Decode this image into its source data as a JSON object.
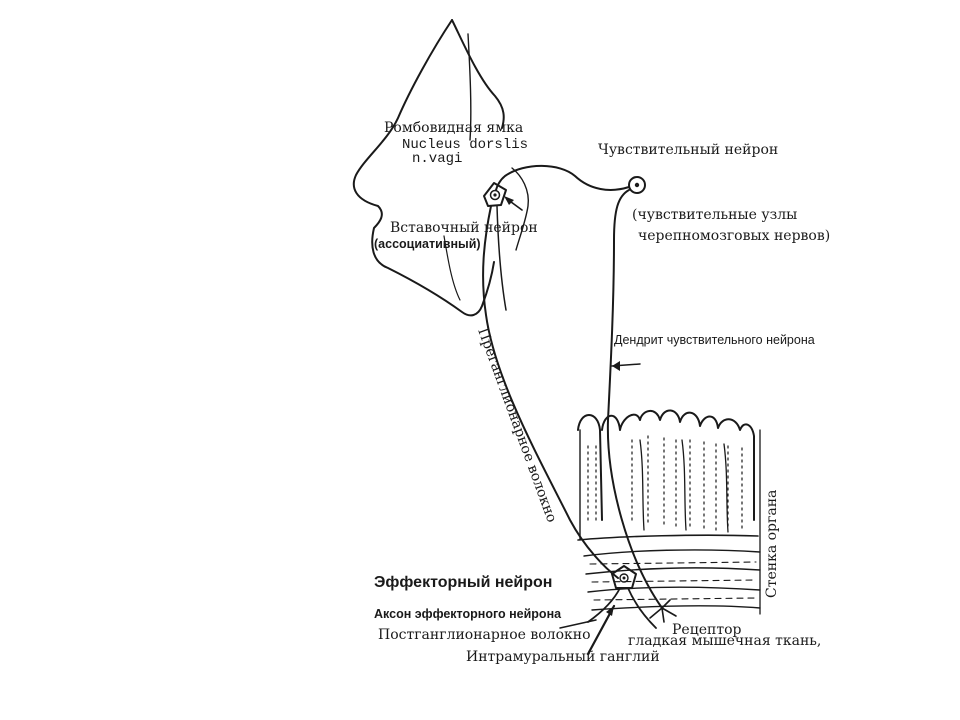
{
  "labels": {
    "rhomboid_fossa": "Ромбовидная ямка",
    "nucleus_line1": "Nucleus dorslis",
    "nucleus_line2": "n.vagi",
    "sensory_neuron": "Чувствительный нейрон",
    "sensory_ganglia_line1": "(чувствительные узлы",
    "sensory_ganglia_line2": "черепномозговых нервов)",
    "interneuron": "Вставочный нейрон",
    "associative": "(ассоциативный)",
    "sensory_dendrite": "Дендрит чувствительного нейрона",
    "preganglionic_fiber": "Преганглионарное волокно",
    "organ_wall": "Стенка органа",
    "effector_neuron": "Эффекторный нейрон",
    "effector_axon": "Аксон эффекторного нейрона",
    "postganglionic_fiber": "Постганглионарное волокно",
    "receptor": "Рецептор",
    "smooth_muscle": "гладкая мышечная ткань,",
    "intramural_ganglion": "Интрамуральный ганглий"
  }
}
